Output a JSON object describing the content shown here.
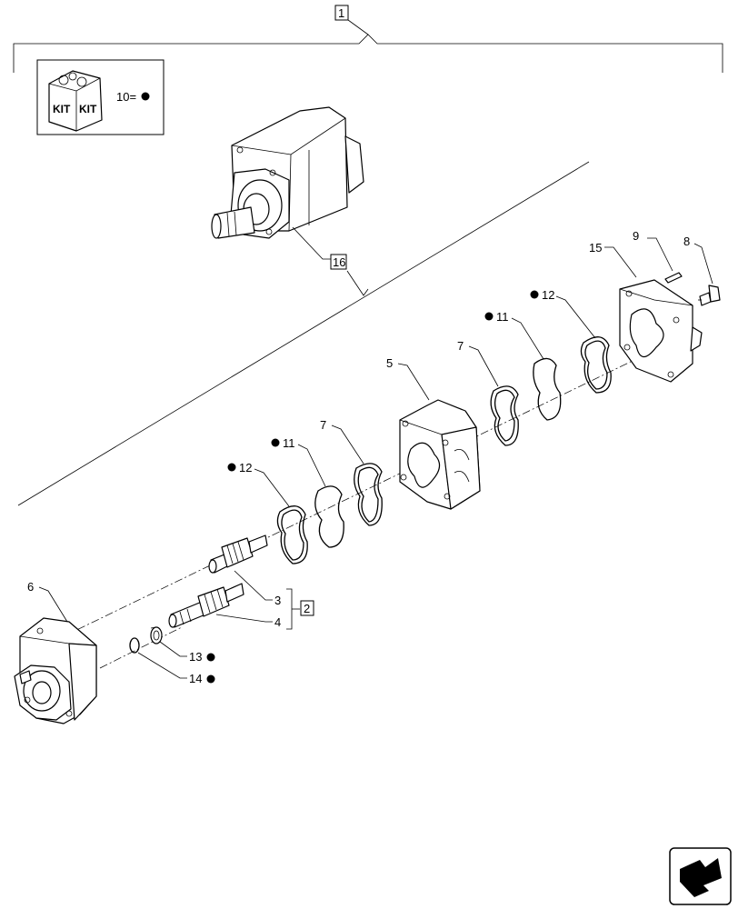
{
  "kit_box": {
    "label_left": "KIT",
    "label_right": "KIT",
    "legend_text": "10="
  },
  "callouts": {
    "top_assembly": "1",
    "pump_assembly": "16",
    "gear_set": "2",
    "gear_3": "3",
    "gear_4": "4",
    "body_5": "5",
    "cover_6": "6",
    "seal_7a": "7",
    "seal_7b": "7",
    "bolt_8": "8",
    "pin_9": "9",
    "oring_11a": "11",
    "oring_11b": "11",
    "gasket_12a": "12",
    "gasket_12b": "12",
    "bushing_13": "13",
    "ring_14": "14",
    "cover_15": "15"
  },
  "nav_icon": "next-page-arrow-icon"
}
